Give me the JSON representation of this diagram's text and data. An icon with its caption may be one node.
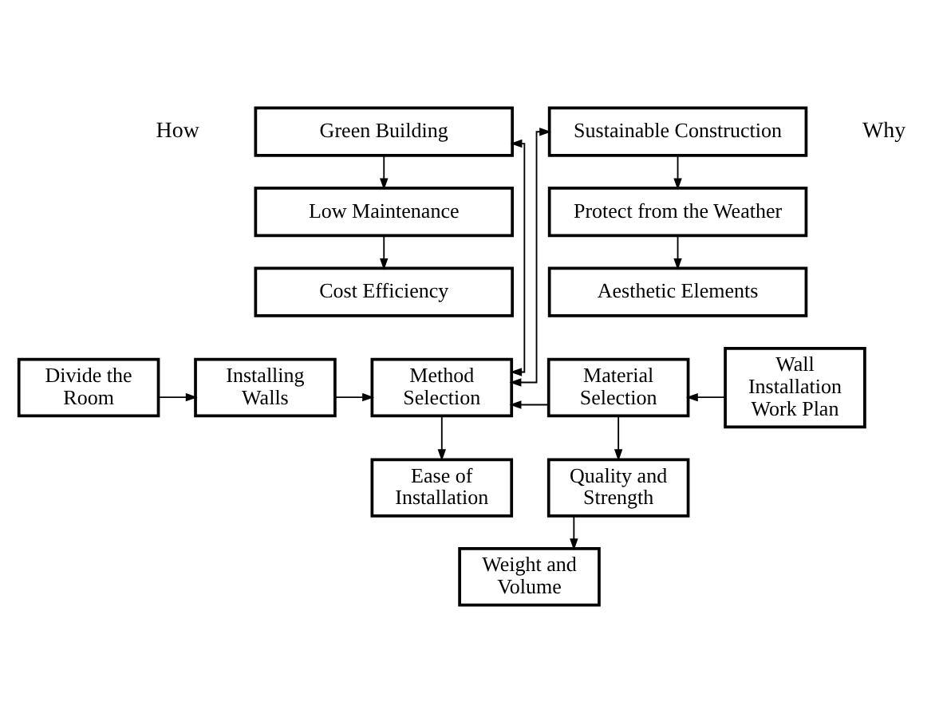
{
  "diagram": {
    "nodes": [
      {
        "text": [
          "Green Building"
        ]
      },
      {
        "text": [
          "Sustainable Construction"
        ]
      },
      {
        "text": [
          "Low Maintenance"
        ]
      },
      {
        "text": [
          "Protect from the Weather"
        ]
      },
      {
        "text": [
          "Cost Efficiency"
        ]
      },
      {
        "text": [
          "Aesthetic Elements"
        ]
      },
      {
        "text": [
          "Divide the Room"
        ]
      },
      {
        "text": [
          "Installing Walls"
        ]
      },
      {
        "text": [
          "Method Selection"
        ]
      },
      {
        "text": [
          "Material Selection"
        ]
      },
      {
        "text": [
          "Wall Installation Work Plan"
        ]
      },
      {
        "text": [
          "Ease of Installation"
        ]
      },
      {
        "text": [
          "Quality and Strength"
        ]
      },
      {
        "text": [
          "Weight and Volume"
        ]
      }
    ],
    "edges": [
      {
        "from": 0,
        "to": 2,
        "arrow": "to"
      },
      {
        "from": 2,
        "to": 4,
        "arrow": "to"
      },
      {
        "from": 1,
        "to": 3,
        "arrow": "to"
      },
      {
        "from": 3,
        "to": 5,
        "arrow": "to"
      },
      {
        "from": 8,
        "to": 0,
        "arrow": "both"
      },
      {
        "from": 8,
        "to": 1,
        "arrow": "both"
      },
      {
        "from": 6,
        "to": 7,
        "arrow": "to"
      },
      {
        "from": 7,
        "to": 8,
        "arrow": "to"
      },
      {
        "from": 9,
        "to": 8,
        "arrow": "to"
      },
      {
        "from": 10,
        "to": 9,
        "arrow": "to"
      },
      {
        "from": 8,
        "to": 11,
        "arrow": "to"
      },
      {
        "from": 9,
        "to": 12,
        "arrow": "to"
      },
      {
        "from": 12,
        "to": 13,
        "arrow": "to"
      }
    ],
    "labels": [
      "How",
      "Why"
    ]
  }
}
